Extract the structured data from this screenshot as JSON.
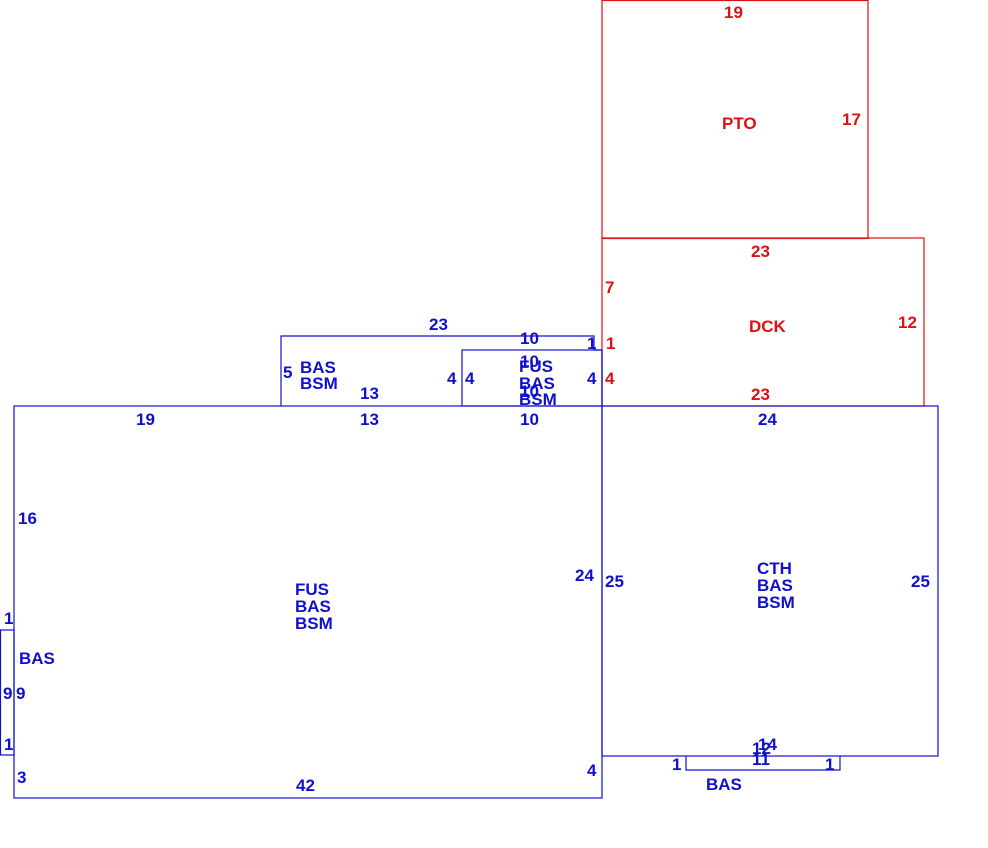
{
  "colors": {
    "main": "#1010cc",
    "exterior": "#dd1111"
  },
  "areas": {
    "pto": {
      "code": "PTO",
      "dims": {
        "top": "19",
        "right": "17"
      }
    },
    "dck": {
      "code": "DCK",
      "dims": {
        "top": "23",
        "left": "7",
        "right": "12",
        "bottom": "23",
        "left_upper": "1",
        "left_lower": "4"
      }
    },
    "upper_left": {
      "lines": [
        "BAS",
        "BSM"
      ],
      "dims": {
        "top": "23",
        "left": "5",
        "bottom": "13",
        "right_inner": "4"
      }
    },
    "upper_mid": {
      "lines": [
        "FUS",
        "BAS",
        "BSM"
      ],
      "dims": {
        "top": "10",
        "top2": "10",
        "top3": "10",
        "left": "4",
        "right": "4",
        "right_top": "1",
        "bottom": "10"
      }
    },
    "main_left": {
      "lines": [
        "FUS",
        "BAS",
        "BSM"
      ],
      "dims": {
        "top": "19",
        "top_mid": "13",
        "left": "16",
        "right": "24",
        "bottom": "42",
        "bottom_left": "3",
        "bottom_right": "4",
        "left_top": "1"
      }
    },
    "left_bay": {
      "lines": [
        "BAS"
      ],
      "dims": {
        "outer": "9",
        "inner": "9",
        "bottom": "1"
      }
    },
    "main_right": {
      "lines": [
        "CTH",
        "BAS",
        "BSM"
      ],
      "dims": {
        "top": "24",
        "left": "25",
        "right": "25",
        "bottom_a": "14",
        "bottom_b": "12",
        "bottom_c": "11"
      }
    },
    "bottom_bay": {
      "lines": [
        "BAS"
      ],
      "dims": {
        "left": "1",
        "right": "1"
      }
    }
  }
}
